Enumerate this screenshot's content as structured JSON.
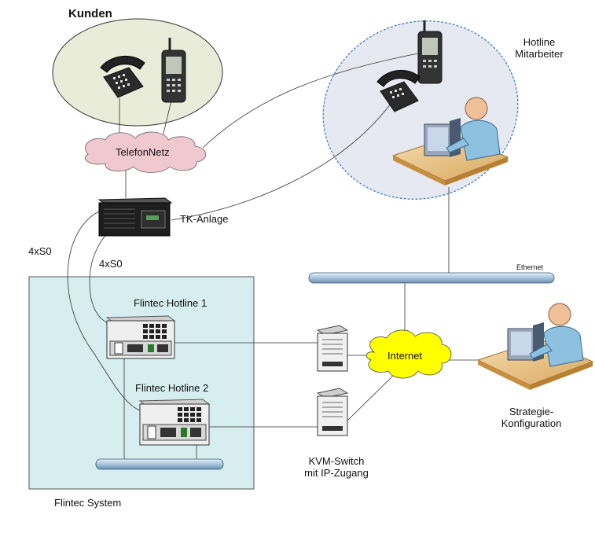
{
  "labels": {
    "customers": "Kunden",
    "phone_network": "TelefonNetz",
    "pbx": "TK-Anlage",
    "link_left": "4xS0",
    "link_right": "4xS0",
    "hotline_staff_line1": "Hotline",
    "hotline_staff_line2": "Mitarbeiter",
    "ethernet": "Ethernet",
    "internet": "Internet",
    "server1": "Flintec Hotline 1",
    "server2": "Flintec Hotline 2",
    "system": "Flintec System",
    "kvm_line1": "KVM-Switch",
    "kvm_line2": "mit IP-Zugang",
    "strategy_line1": "Strategie-",
    "strategy_line2": "Konfiguration"
  },
  "colors": {
    "customer_zone": "#e8ecd8",
    "hotline_zone": "#e6e8f2",
    "hotline_border": "#3a78b4",
    "phone_cloud": "#f0c8d0",
    "internet_cloud": "#ffff00",
    "system_box": "#d6eef0",
    "bus": "#b4cce0"
  }
}
